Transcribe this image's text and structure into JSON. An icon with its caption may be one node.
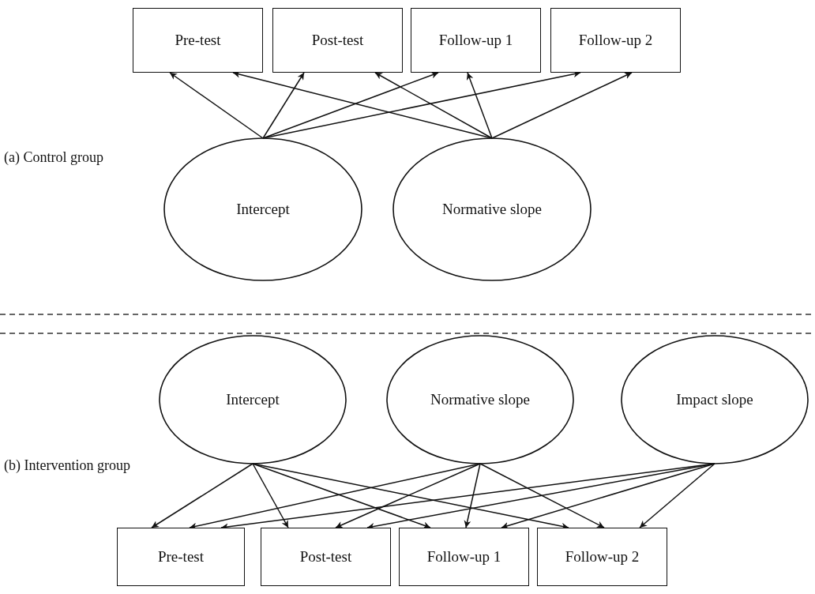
{
  "diagram": {
    "nodes": [
      {
        "text": [
          "Pre-test"
        ]
      },
      {
        "text": [
          "Post-test"
        ]
      },
      {
        "text": [
          "Follow-up 1"
        ]
      },
      {
        "text": [
          "Follow-up 2"
        ]
      },
      {
        "text": [
          "Intercept"
        ]
      },
      {
        "text": [
          "Normative slope"
        ]
      },
      {
        "text": [
          "Intercept"
        ]
      },
      {
        "text": [
          "Normative slope"
        ]
      },
      {
        "text": [
          "Impact slope"
        ]
      },
      {
        "text": [
          "Pre-test"
        ]
      },
      {
        "text": [
          "Post-test"
        ]
      },
      {
        "text": [
          "Follow-up 1"
        ]
      },
      {
        "text": [
          "Follow-up 2"
        ]
      }
    ],
    "edges": [
      {
        "from": 4,
        "to": 0,
        "arrow": "to"
      },
      {
        "from": 4,
        "to": 1,
        "arrow": "to"
      },
      {
        "from": 4,
        "to": 2,
        "arrow": "to"
      },
      {
        "from": 4,
        "to": 3,
        "arrow": "to"
      },
      {
        "from": 5,
        "to": 0,
        "arrow": "to"
      },
      {
        "from": 5,
        "to": 1,
        "arrow": "to"
      },
      {
        "from": 5,
        "to": 2,
        "arrow": "to"
      },
      {
        "from": 5,
        "to": 3,
        "arrow": "to"
      },
      {
        "from": 6,
        "to": 9,
        "arrow": "to"
      },
      {
        "from": 6,
        "to": 10,
        "arrow": "to"
      },
      {
        "from": 6,
        "to": 11,
        "arrow": "to"
      },
      {
        "from": 6,
        "to": 12,
        "arrow": "to"
      },
      {
        "from": 7,
        "to": 9,
        "arrow": "to"
      },
      {
        "from": 7,
        "to": 10,
        "arrow": "to"
      },
      {
        "from": 7,
        "to": 11,
        "arrow": "to"
      },
      {
        "from": 7,
        "to": 12,
        "arrow": "to"
      },
      {
        "from": 8,
        "to": 9,
        "arrow": "to"
      },
      {
        "from": 8,
        "to": 10,
        "arrow": "to"
      },
      {
        "from": 8,
        "to": 11,
        "arrow": "to"
      },
      {
        "from": 8,
        "to": 12,
        "arrow": "to"
      }
    ],
    "labels": [
      "(a) Control group",
      "(b) Intervention group"
    ]
  }
}
